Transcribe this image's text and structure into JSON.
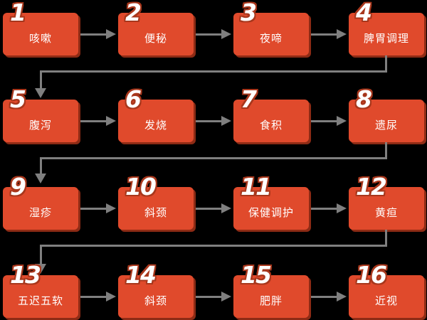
{
  "title": "pediatric-massage-flowchart",
  "colors": {
    "bg": "#000000",
    "box": "#e04a2c",
    "box_shadow": "#8e2b15",
    "text": "#ffffff",
    "arrow": "#7f7f7f",
    "number_outline": "#a8371c"
  },
  "nodes": [
    {
      "num": "1",
      "label": "咳嗽"
    },
    {
      "num": "2",
      "label": "便秘"
    },
    {
      "num": "3",
      "label": "夜啼"
    },
    {
      "num": "4",
      "label": "脾胃调理"
    },
    {
      "num": "5",
      "label": "腹泻"
    },
    {
      "num": "6",
      "label": "发烧"
    },
    {
      "num": "7",
      "label": "食积"
    },
    {
      "num": "8",
      "label": "遗尿"
    },
    {
      "num": "9",
      "label": "湿疹"
    },
    {
      "num": "10",
      "label": "斜颈"
    },
    {
      "num": "11",
      "label": "保健调护"
    },
    {
      "num": "12",
      "label": "黄疸"
    },
    {
      "num": "13",
      "label": "五迟五软"
    },
    {
      "num": "14",
      "label": "斜颈"
    },
    {
      "num": "15",
      "label": "肥胖"
    },
    {
      "num": "16",
      "label": "近视"
    }
  ]
}
